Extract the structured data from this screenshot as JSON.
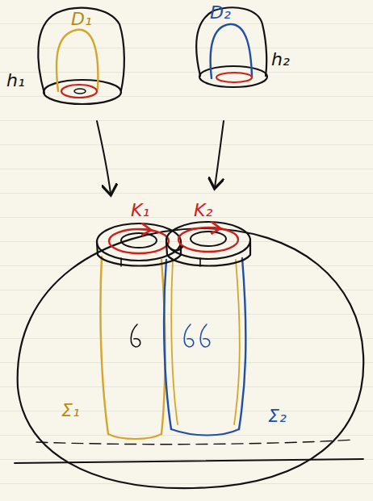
{
  "diagram": {
    "labels": [
      "D₁",
      "D₂",
      "h₁",
      "h₂",
      "K₁",
      "K₂",
      "Σ₁",
      "Σ₂"
    ]
  }
}
